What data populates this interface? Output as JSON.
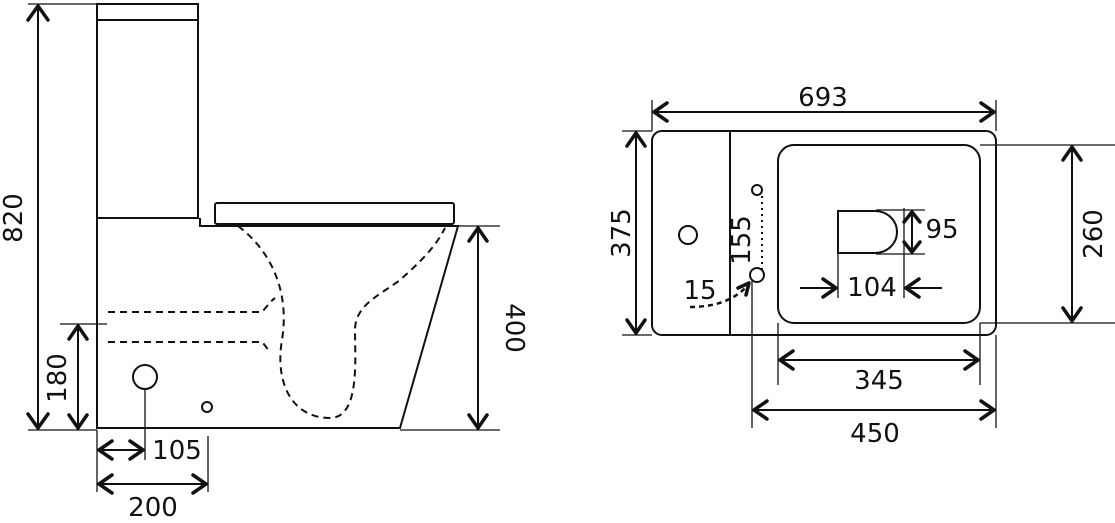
{
  "side_view": {
    "dimensions": {
      "total_height": "820",
      "outlet_height": "180",
      "seat_height": "400",
      "outlet_offset": "105",
      "base_depth": "200"
    }
  },
  "plan_view": {
    "dimensions": {
      "overall_length": "693",
      "overall_width": "375",
      "bowl_width": "260",
      "tap_hole_offset": "155",
      "hole_diameter": "15",
      "outlet_width": "104",
      "outlet_depth": "95",
      "bowl_length": "345",
      "inner_length": "450"
    }
  }
}
